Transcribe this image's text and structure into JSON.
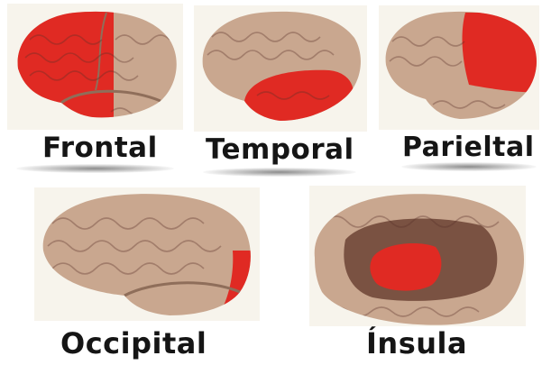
{
  "lobes": [
    {
      "label": "Frontal"
    },
    {
      "label": "Temporal"
    },
    {
      "label": "Parieltal"
    },
    {
      "label": "Occipital"
    },
    {
      "label": "Ínsula"
    }
  ],
  "colors": {
    "brain": "#c9a78f",
    "brain_shade": "#9e7b65",
    "highlight": "#e02a23",
    "text": "#151515"
  }
}
